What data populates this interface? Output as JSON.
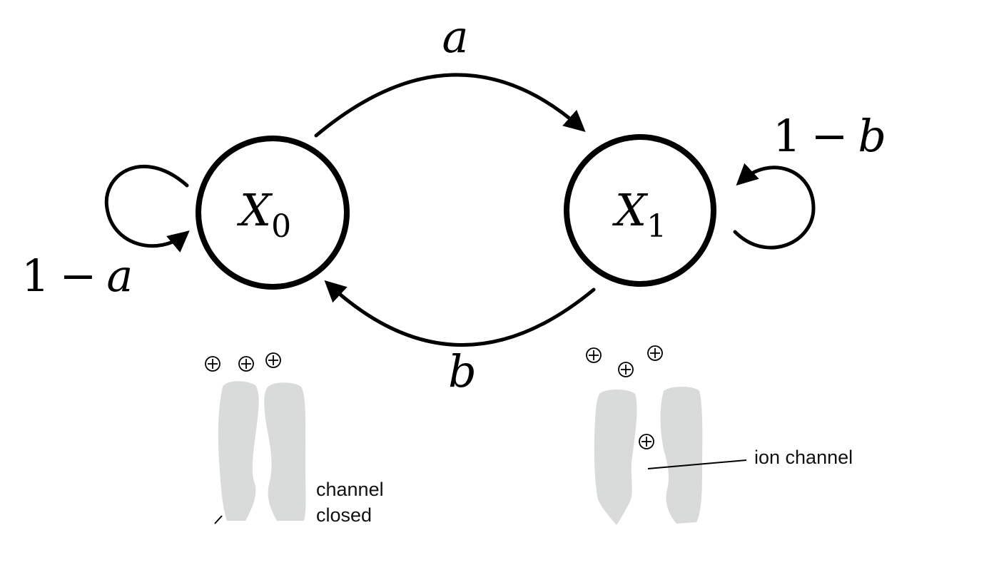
{
  "states": [
    {
      "id": "X0",
      "symbol": "X",
      "subscript": "0"
    },
    {
      "id": "X1",
      "symbol": "X",
      "subscript": "1"
    }
  ],
  "transitions": {
    "x0_to_x1": {
      "var": "a"
    },
    "x1_to_x0": {
      "var": "b"
    },
    "x0_self": {
      "const": "1",
      "op": "−",
      "var": "a"
    },
    "x1_self": {
      "const": "1",
      "op": "−",
      "var": "b"
    }
  },
  "illustrations": {
    "closed_label_line1": "channel",
    "closed_label_line2": "closed",
    "open_label": "ion channel",
    "ion_symbol": "⊕"
  }
}
